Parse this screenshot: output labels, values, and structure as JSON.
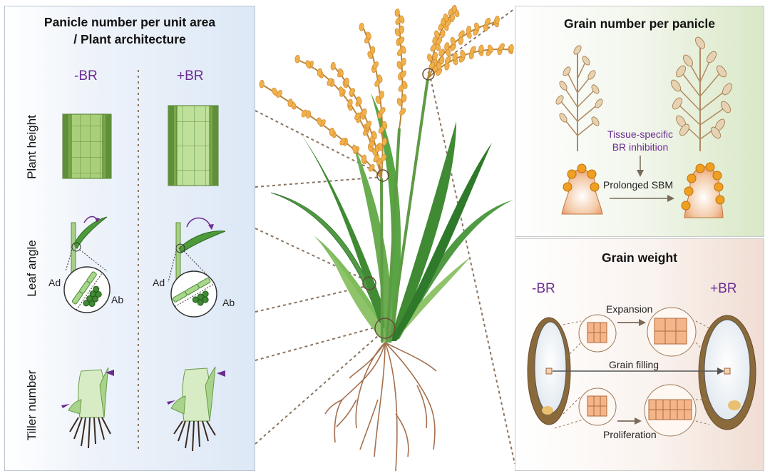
{
  "left_panel": {
    "title_line1": "Panicle number per unit area",
    "title_line2": "/ Plant architecture",
    "col_minus": "-BR",
    "col_plus": "+BR",
    "row_labels": [
      "Plant height",
      "Leaf angle",
      "Tiller number"
    ],
    "ad_label": "Ad",
    "ab_label": "Ab"
  },
  "top_right_panel": {
    "title": "Grain number per panicle",
    "inhibition_line1": "Tissue-specific",
    "inhibition_line2": "BR inhibition",
    "sbm_label": "Prolonged SBM"
  },
  "bottom_right_panel": {
    "title": "Grain weight",
    "minus_label": "-BR",
    "plus_label": "+BR",
    "expansion_label": "Expansion",
    "grain_filling_label": "Grain filling",
    "proliferation_label": "Proliferation"
  },
  "colors": {
    "purple": "#6b2c91",
    "green_dark": "#3f8a32",
    "green_light": "#8fc36a",
    "orange": "#f0a020",
    "brown": "#8a5a3a"
  }
}
